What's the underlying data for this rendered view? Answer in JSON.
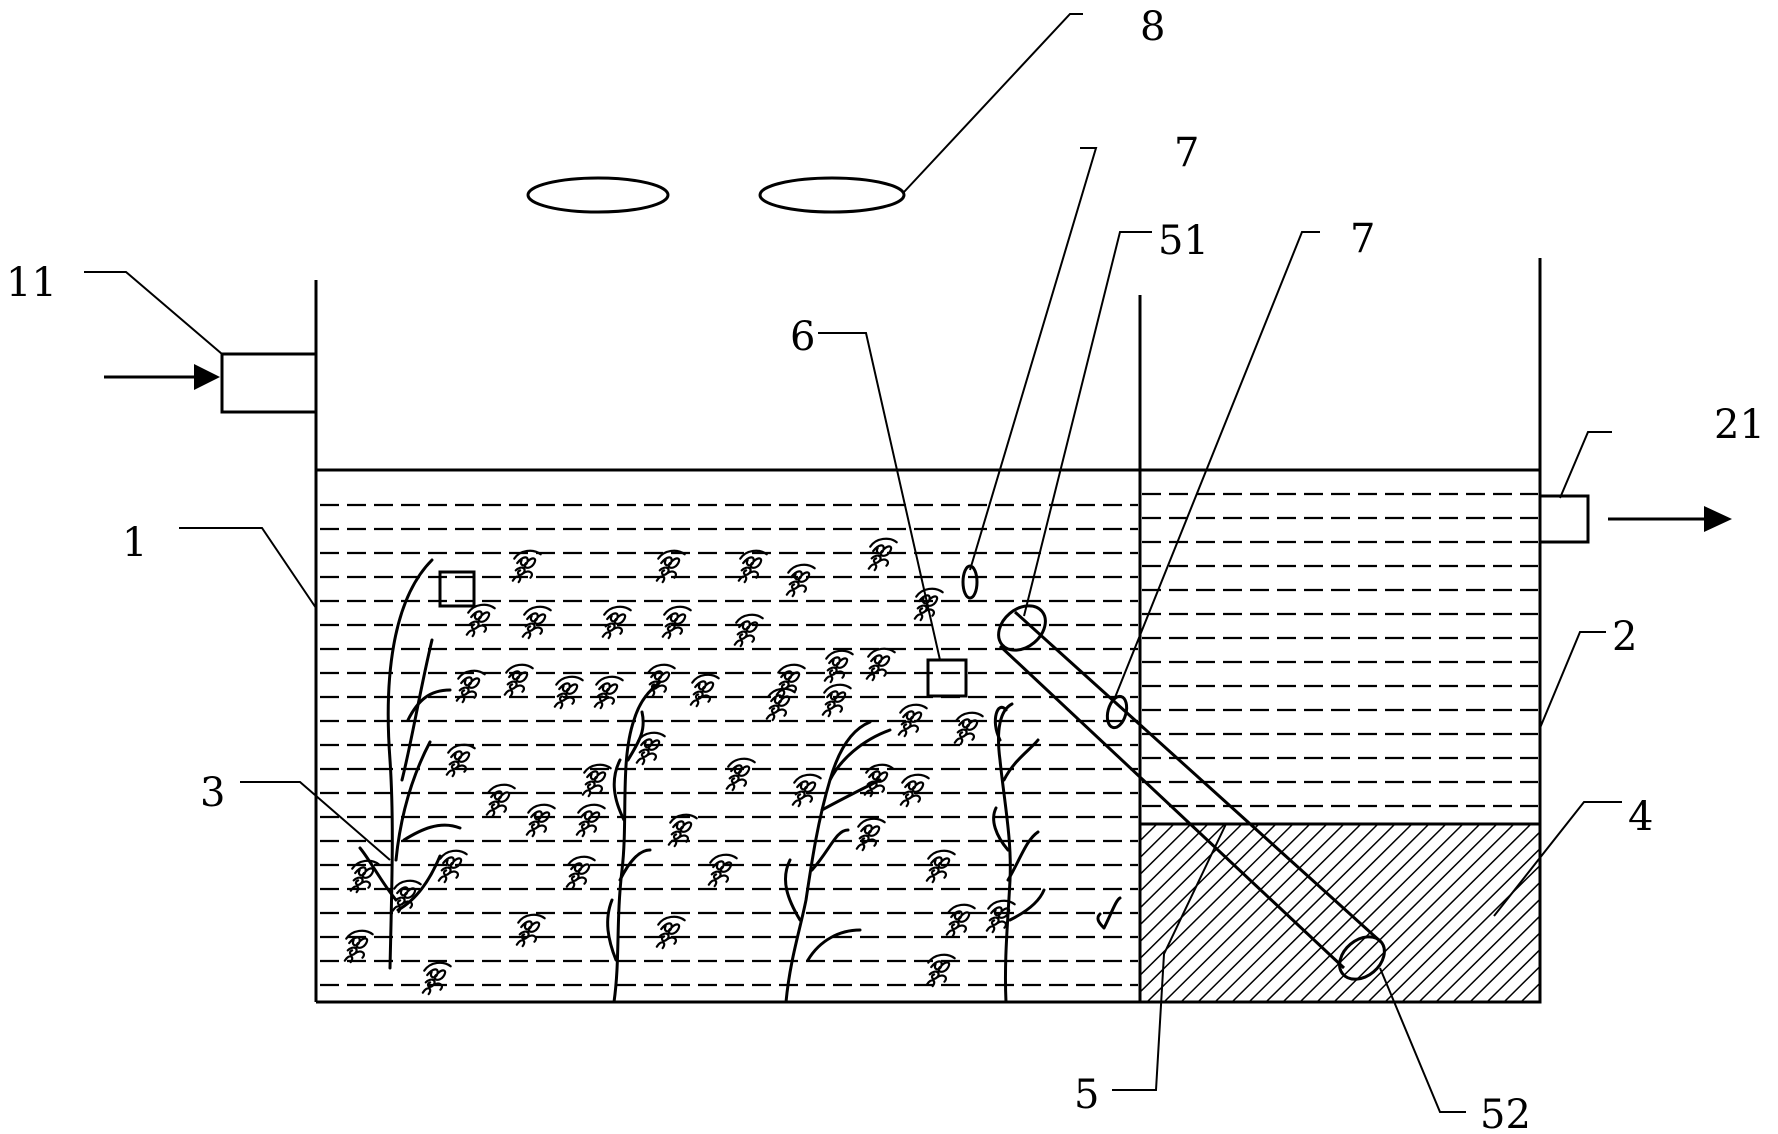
{
  "labels": {
    "l1": "1",
    "l2": "2",
    "l3": "3",
    "l4": "4",
    "l5": "5",
    "l6": "6",
    "l7a": "7",
    "l7b": "7",
    "l8": "8",
    "l11": "11",
    "l21": "21",
    "l51": "51",
    "l52": "52"
  }
}
